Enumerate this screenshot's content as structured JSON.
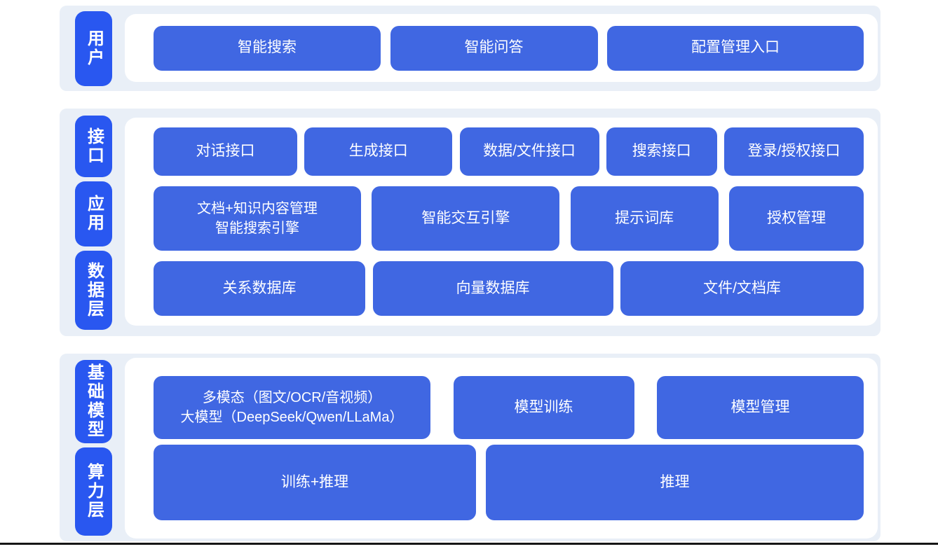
{
  "colors": {
    "section_bg": "#e9eff7",
    "pill_blue": "#2957f0",
    "box_blue": "#4067e2",
    "container_bg": "#ffffff",
    "divider": "#161616"
  },
  "sections": [
    {
      "labels": [
        {
          "text": "用户"
        }
      ],
      "rows": [
        {
          "boxes": [
            {
              "text": "智能搜索"
            },
            {
              "text": "智能问答"
            },
            {
              "text": "配置管理入口"
            }
          ]
        }
      ]
    },
    {
      "labels": [
        {
          "text": "接口"
        },
        {
          "text": "应用"
        },
        {
          "text": "数据层"
        }
      ],
      "rows": [
        {
          "boxes": [
            {
              "text": "对话接口"
            },
            {
              "text": "生成接口"
            },
            {
              "text": "数据/文件接口"
            },
            {
              "text": "搜索接口"
            },
            {
              "text": "登录/授权接口"
            }
          ]
        },
        {
          "boxes": [
            {
              "text": "文档+知识内容管理\n智能搜索引擎"
            },
            {
              "text": "智能交互引擎"
            },
            {
              "text": "提示词库"
            },
            {
              "text": "授权管理"
            }
          ]
        },
        {
          "boxes": [
            {
              "text": "关系数据库"
            },
            {
              "text": "向量数据库"
            },
            {
              "text": "文件/文档库"
            }
          ]
        }
      ]
    },
    {
      "labels": [
        {
          "text": "基础模型"
        },
        {
          "text": "算力层"
        }
      ],
      "rows": [
        {
          "boxes": [
            {
              "text": "多模态（图文/OCR/音视频）\n大模型（DeepSeek/Qwen/LLaMa）"
            },
            {
              "text": "模型训练"
            },
            {
              "text": "模型管理"
            }
          ]
        },
        {
          "boxes": [
            {
              "text": "训练+推理"
            },
            {
              "text": "推理"
            }
          ]
        }
      ]
    }
  ]
}
